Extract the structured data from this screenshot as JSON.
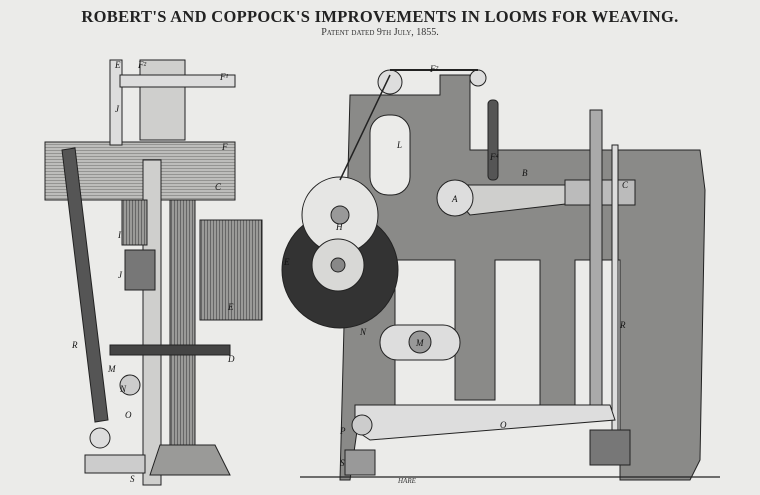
{
  "title": "ROBERT'S AND COPPOCK'S IMPROVEMENTS IN LOOMS FOR WEAVING.",
  "subtitle": "Patent dated 9th July, 1855.",
  "engraver_signature": "HARE",
  "left_view_labels": [
    "E",
    "F²",
    "F¹",
    "J",
    "F",
    "C",
    "I",
    "J",
    "E",
    "D",
    "R",
    "M",
    "N",
    "O",
    "S"
  ],
  "right_view_labels": [
    "F²",
    "F⁴",
    "B",
    "C",
    "A",
    "L",
    "H",
    "E",
    "M",
    "N",
    "R",
    "O",
    "P",
    "S"
  ]
}
